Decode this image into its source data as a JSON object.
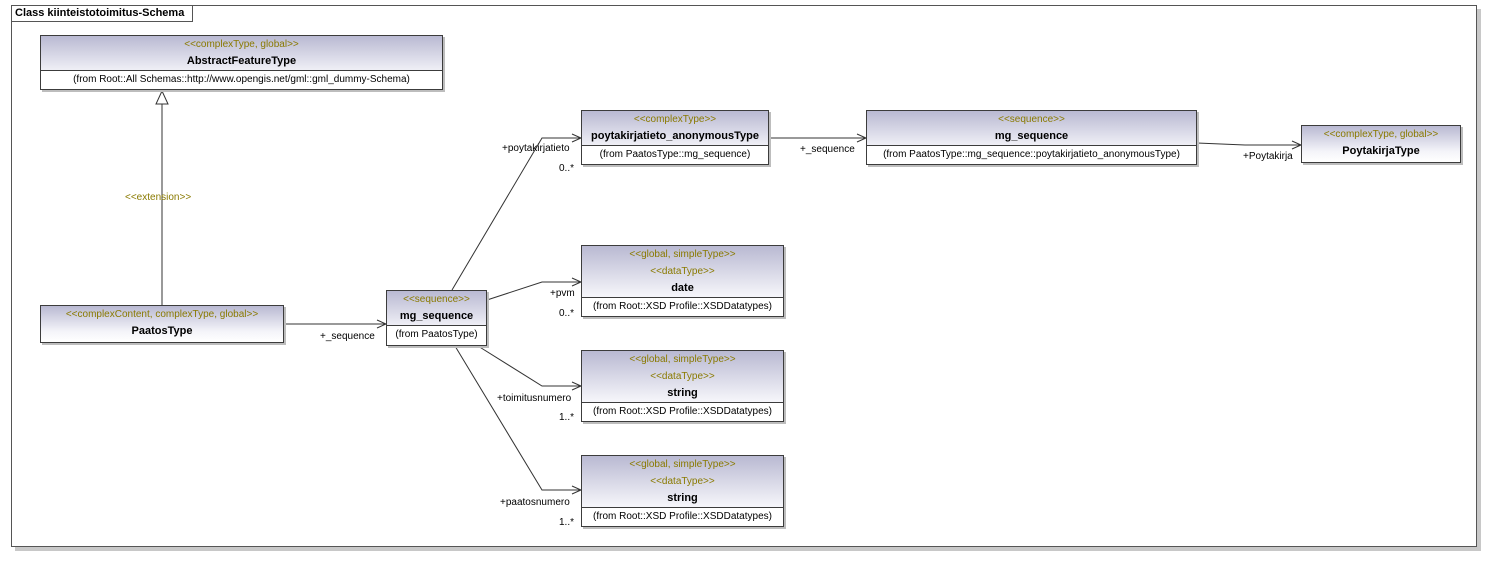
{
  "frame": {
    "title": "Class kiinteistotoimitus-Schema"
  },
  "classes": {
    "abstract": {
      "stereotype": "<<complexType, global>>",
      "name": "AbstractFeatureType",
      "from": "(from Root::All Schemas::http://www.opengis.net/gml::gml_dummy-Schema)"
    },
    "paatos": {
      "stereotype": "<<complexContent, complexType, global>>",
      "name": "PaatosType"
    },
    "mgseq1": {
      "stereotype": "<<sequence>>",
      "name": "mg_sequence",
      "from": "(from PaatosType)"
    },
    "poytaAnon": {
      "stereotype": "<<complexType>>",
      "name": "poytakirjatieto_anonymousType",
      "from": "(from PaatosType::mg_sequence)"
    },
    "mgseq2": {
      "stereotype": "<<sequence>>",
      "name": "mg_sequence",
      "from": "(from PaatosType::mg_sequence::poytakirjatieto_anonymousType)"
    },
    "poytakirja": {
      "stereotype": "<<complexType, global>>",
      "name": "PoytakirjaType"
    },
    "date": {
      "stereotype1": "<<global, simpleType>>",
      "stereotype2": "<<dataType>>",
      "name": "date",
      "from": "(from Root::XSD Profile::XSDDatatypes)"
    },
    "string1": {
      "stereotype1": "<<global, simpleType>>",
      "stereotype2": "<<dataType>>",
      "name": "string",
      "from": "(from Root::XSD Profile::XSDDatatypes)"
    },
    "string2": {
      "stereotype1": "<<global, simpleType>>",
      "stereotype2": "<<dataType>>",
      "name": "string",
      "from": "(from Root::XSD Profile::XSDDatatypes)"
    }
  },
  "labels": {
    "extension": "<<extension>>",
    "seq1": "+_sequence",
    "seq2": "+_sequence",
    "poytakirjatieto": "+poytakirjatieto",
    "poytakirjatieto_mult": "0..*",
    "pvm": "+pvm",
    "pvm_mult": "0..*",
    "toimitusnumero": "+toimitusnumero",
    "toimitusnumero_mult": "1..*",
    "paatosnumero": "+paatosnumero",
    "paatosnumero_mult": "1..*",
    "poytakirja": "+Poytakirja"
  }
}
